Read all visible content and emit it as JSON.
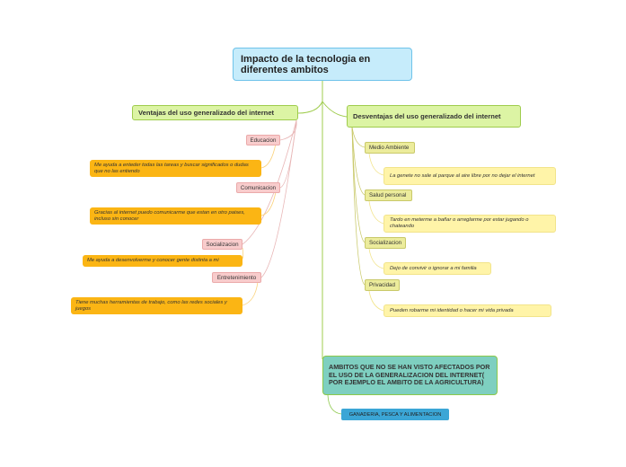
{
  "root": {
    "title": "Impacto de la tecnologia en diferentes ambitos"
  },
  "ventajas": {
    "title": "Ventajas del uso generalizado del internet",
    "educacion": "Educacion",
    "educacion_text": "Me ayuda a enteder todas las tareas y buscar significados o dudas que no las entiendo",
    "comunicacion": "Comunicacion",
    "comunicacion_text": "Gracias al internet puedo comunicarme que estan en otro paises, incluso sin conocer",
    "socializacion": "Socializacion",
    "socializacion_text": "Me ayuda a desenvolverme  y conocer gente distinta a mi",
    "entretenimiento": "Entretenimiento",
    "entretenimiento_text": "Tiene muchas herramientas de trabajo, como las redes sociales y juegos"
  },
  "desventajas": {
    "title": "Desventajas del uso generalizado del internet",
    "medio_ambiente": "Medio Ambiente",
    "medio_ambiente_text": "La genete no sale al parque al aire libre por no dejar el internet",
    "salud": "Salud personal",
    "salud_text": "Tardo en meterme a bañar o arreglarme por estar jugando o chateando",
    "socializacion": "Socializacion",
    "socializacion_text": "Dejo de convivir o ignorar a mi familia",
    "privacidad": "Privacidad",
    "privacidad_text": "Pueden robarme mi identidad o hacer mi vida privada"
  },
  "ambitos": {
    "title": "AMBITOS QUE NO SE HAN VISTO AFECTADOS POR EL USO DE LA GENERALIZACION DEL INTERNET( POR EJEMPLO EL AMBITO DE LA AGRICULTURA)",
    "ganaderia": "GANADERIA, PESCA Y ALIMENTACION"
  },
  "colors": {
    "root_fill": "#c6ecfb",
    "green_fill": "#dcf4a4",
    "pink_fill": "#f8cccc",
    "orange_fill": "#fbb514",
    "olive_fill": "#ecec9c",
    "yellow_fill": "#fff4a8",
    "teal_fill": "#7ecfc0",
    "blue_fill": "#3ba6d6"
  }
}
